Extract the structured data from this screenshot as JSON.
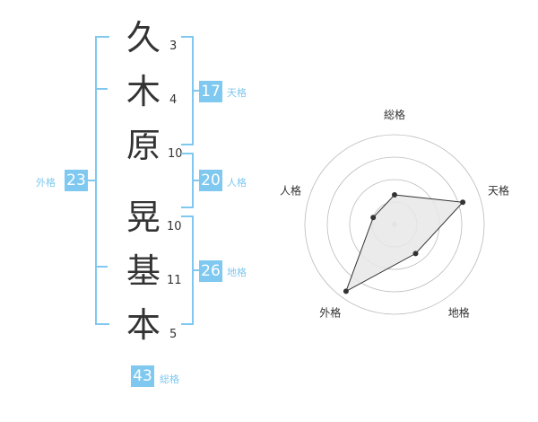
{
  "name": {
    "surname": [
      {
        "char": "久",
        "strokes": "3"
      },
      {
        "char": "木",
        "strokes": "4"
      },
      {
        "char": "原",
        "strokes": "10"
      }
    ],
    "given": [
      {
        "char": "晃",
        "strokes": "10"
      },
      {
        "char": "基",
        "strokes": "11"
      },
      {
        "char": "本",
        "strokes": "5"
      }
    ]
  },
  "kakusu": {
    "tenkaku": {
      "value": "17",
      "label": "天格"
    },
    "jinkaku": {
      "value": "20",
      "label": "人格"
    },
    "chikaku": {
      "value": "26",
      "label": "地格"
    },
    "gaikaku": {
      "value": "23",
      "label": "外格"
    },
    "soukaku": {
      "value": "43",
      "label": "総格"
    }
  },
  "radar": {
    "axes": [
      "総格",
      "天格",
      "地格",
      "外格",
      "人格"
    ],
    "values": [
      0.33,
      0.8,
      0.4,
      0.92,
      0.25
    ],
    "rings": 4,
    "colors": {
      "ring": "#bbbbbb",
      "fill": "#e8e8e8",
      "line": "#333333",
      "center": "#cccccc"
    }
  },
  "colors": {
    "accent": "#7fc8ef",
    "text": "#333333"
  }
}
